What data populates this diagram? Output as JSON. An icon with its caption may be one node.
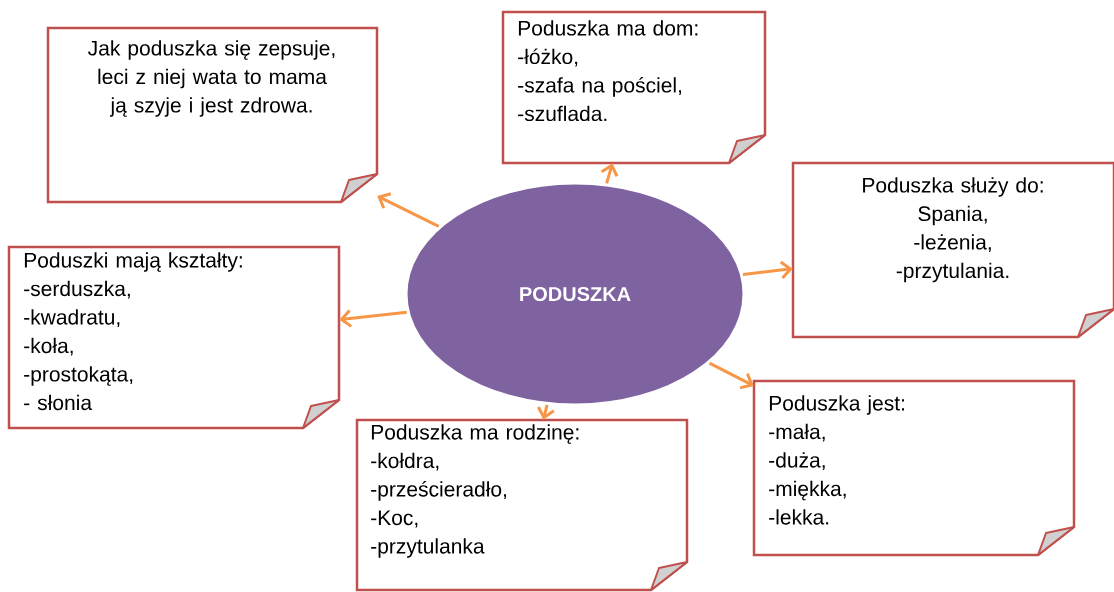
{
  "diagram": {
    "nodes": [
      {
        "text": [
          "PODUSZKA"
        ]
      },
      {
        "text": [
          "Jak poduszka się zepsuje, leci z niej wata to mama ją szyje i jest zdrowa."
        ]
      },
      {
        "text": [
          "Poduszka ma dom:",
          "-łóżko,",
          "-szafa na pościel,",
          "-szuflada."
        ]
      },
      {
        "text": [
          "Poduszka służy do:",
          "Spania,",
          "-leżenia,",
          "-przytulania."
        ]
      },
      {
        "text": [
          "Poduszki mają kształty:",
          "-serduszka,",
          "-kwadratu,",
          "-koła,",
          "-prostokąta,",
          "- słonia"
        ]
      },
      {
        "text": [
          "Poduszka ma rodzinę:",
          "-kołdra,",
          "-prześcieradło,",
          "-Koc,",
          "-przytulanka"
        ]
      },
      {
        "text": [
          "Poduszka jest:",
          "-mała,",
          "-duża,",
          "-miękka,",
          "-lekka."
        ]
      }
    ],
    "edges": [
      {
        "from": 0,
        "to": 1,
        "arrow": "to"
      },
      {
        "from": 0,
        "to": 2,
        "arrow": "to"
      },
      {
        "from": 0,
        "to": 3,
        "arrow": "to"
      },
      {
        "from": 0,
        "to": 4,
        "arrow": "to"
      },
      {
        "from": 0,
        "to": 5,
        "arrow": "to"
      },
      {
        "from": 0,
        "to": 6,
        "arrow": "to"
      }
    ]
  }
}
